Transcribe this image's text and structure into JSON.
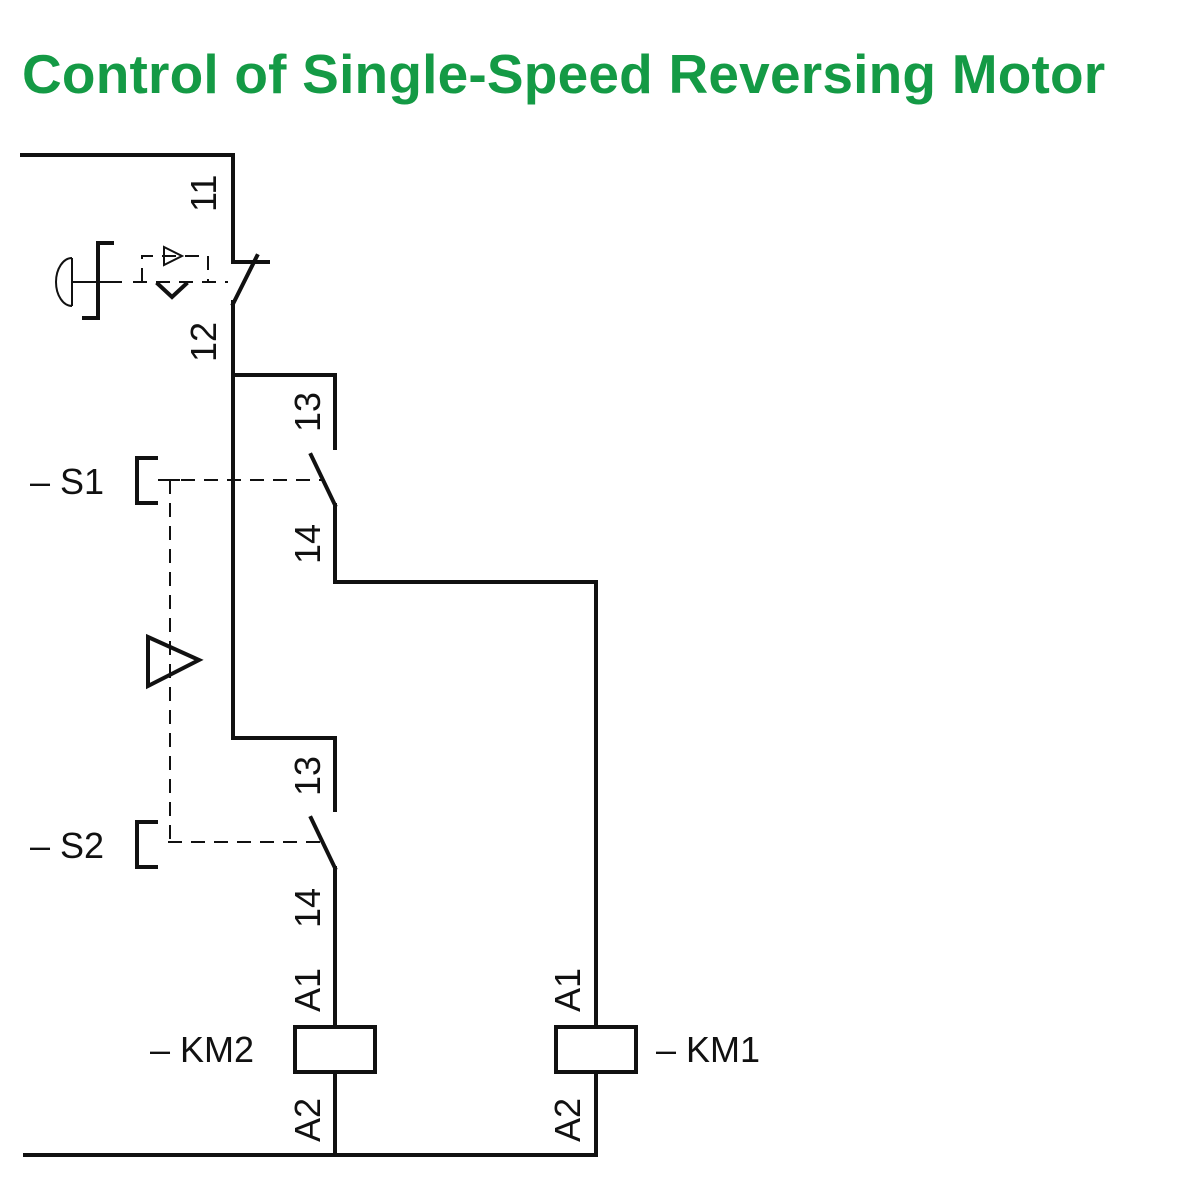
{
  "title": "Control of Single-Speed Reversing Motor",
  "title_color": "#149a45",
  "diagram": {
    "type": "ladder-control-circuit",
    "components": {
      "emergency_stop": {
        "terminals": [
          "11",
          "12"
        ],
        "contact": "NC",
        "actuator": "mushroom-head latching push-button"
      },
      "s1": {
        "label": "– S1",
        "terminals": [
          "13",
          "14"
        ],
        "contact": "NO"
      },
      "s2": {
        "label": "– S2",
        "terminals": [
          "13",
          "14"
        ],
        "contact": "NO"
      },
      "km2": {
        "label": "– KM2",
        "terminals": [
          "A1",
          "A2"
        ]
      },
      "km1": {
        "label": "– KM1",
        "terminals": [
          "A1",
          "A2"
        ]
      }
    },
    "labels": {
      "t11": "11",
      "t12": "12",
      "s1_13": "13",
      "s1_14": "14",
      "s2_13": "13",
      "s2_14": "14",
      "km2_a1": "A1",
      "km2_a2": "A2",
      "km1_a1": "A1",
      "km1_a2": "A2"
    },
    "connections": [
      "Supply -> Emergency stop 11-12",
      "12 -> S1 13-14 -> KM1 A1",
      "12 -> S2 13-14 -> KM2 A1",
      "KM1 A2, KM2 A2 -> Return"
    ]
  }
}
